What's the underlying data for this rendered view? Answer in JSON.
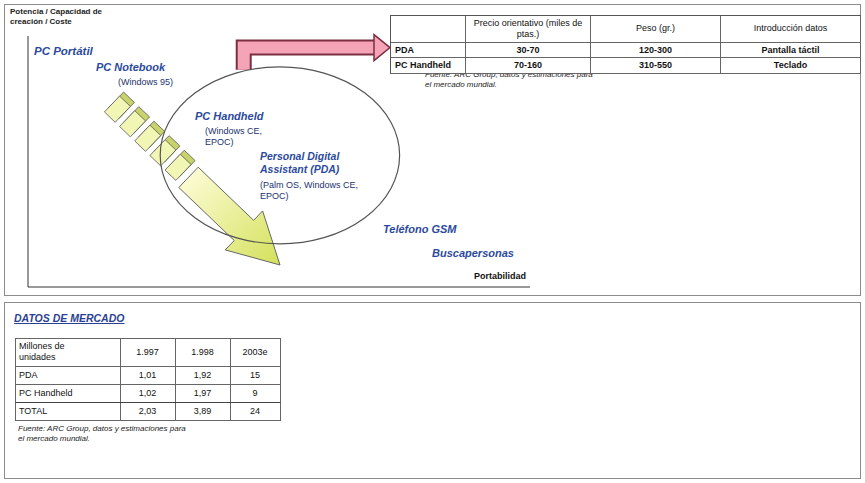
{
  "diagram": {
    "nodes": [
      {
        "text": [
          "PC Handheld",
          "(Windows CE, EPOC)",
          "Personal Digital Assistant (PDA)",
          "(Palm OS, Windows CE, EPOC)"
        ]
      },
      {
        "text": [
          "Precio orientativo (miles de ptas.)",
          "Peso (gr.)",
          "Introducción datos",
          "PDA",
          "30-70",
          "120-300",
          "Pantalla táctil",
          "PC Handheld",
          "70-160",
          "310-550",
          "Teclado"
        ]
      }
    ],
    "edges": [
      {
        "from": 0,
        "to": 1,
        "arrow": "to"
      }
    ],
    "labels": [
      "Potencia / Capacidad de creación / Coste",
      "PC Portátil",
      "PC Notebook",
      "(Windows 95)",
      "Teléfono GSM",
      "Buscapersonas",
      "Portabilidad",
      "Fuente: ARC Group, datos y estimaciones para el mercado mundial.",
      "DATOS DE MERCADO",
      "Millones de unidades",
      "1.997",
      "1.998",
      "2003e",
      "PDA",
      "1,01",
      "1,92",
      "15",
      "PC Handheld",
      "1,02",
      "1,97",
      "9",
      "TOTAL",
      "2,03",
      "3,89",
      "24",
      "Fuente: ARC Group, datos y estimaciones para el mercado mundial."
    ]
  }
}
